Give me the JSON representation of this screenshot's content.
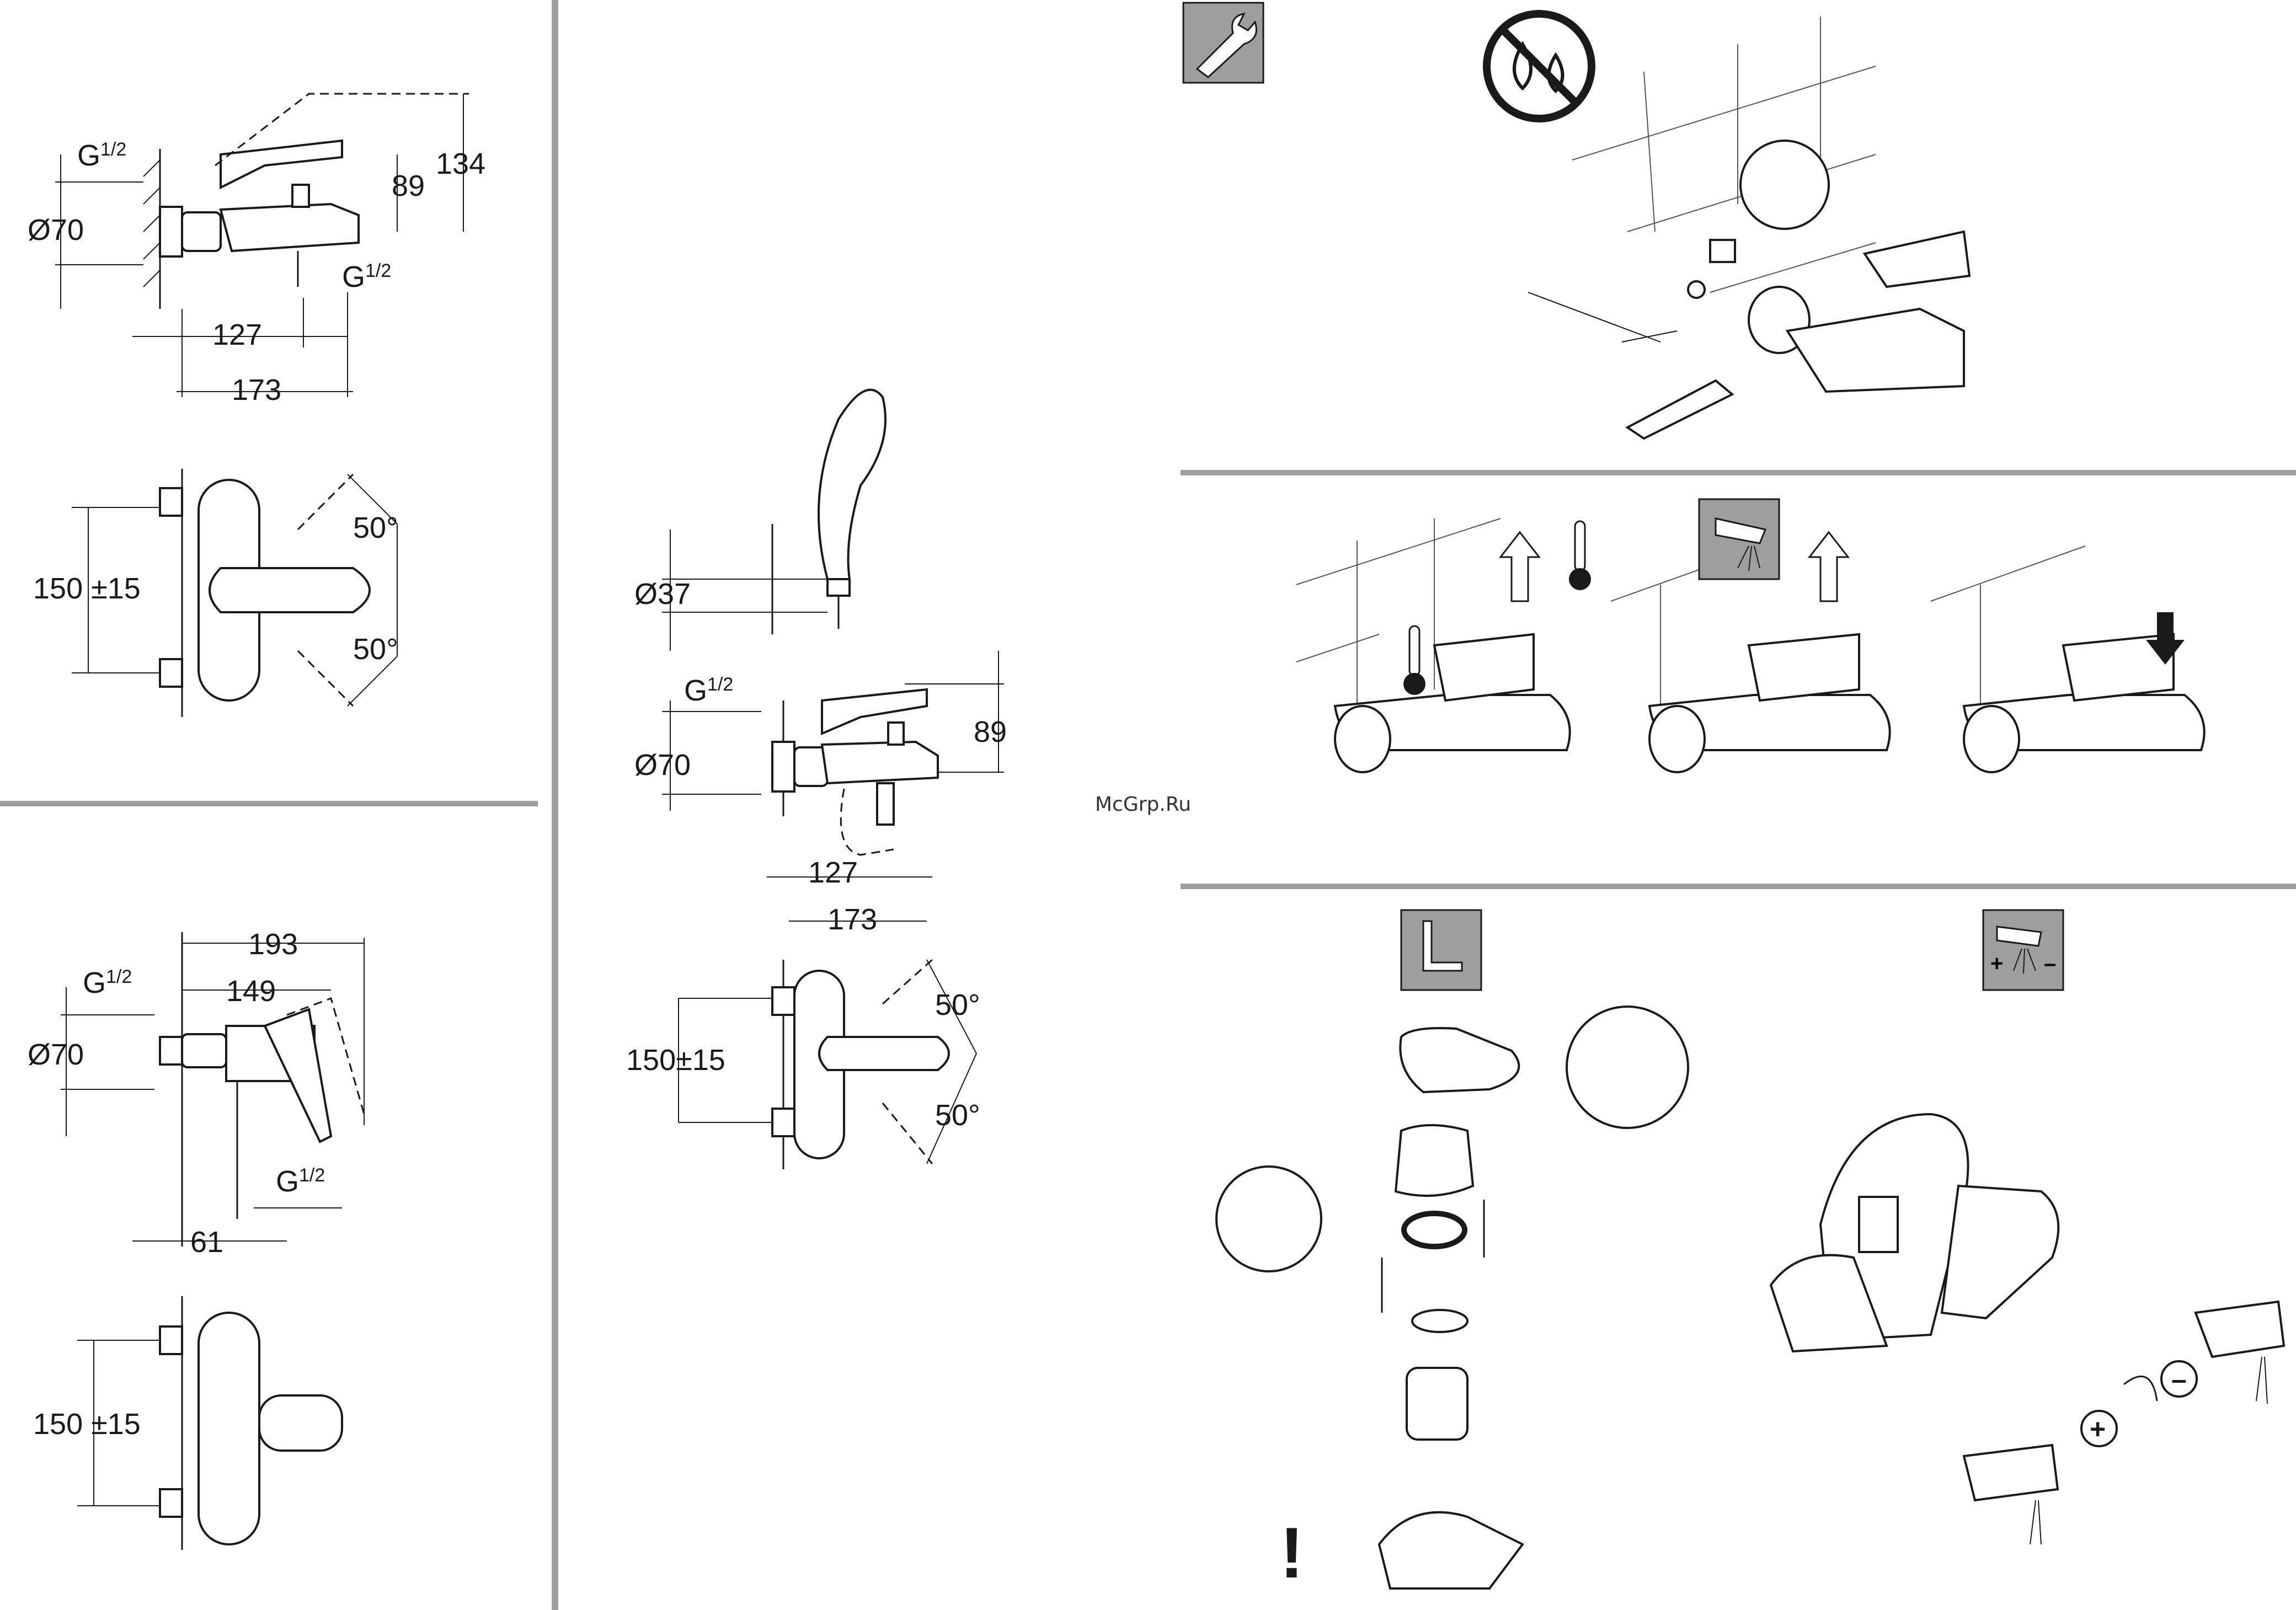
{
  "panel_a": {
    "d_g1": "G",
    "d_g1_frac": "1/2",
    "d_dia": "Ø70",
    "d_89": "89",
    "d_134": "134",
    "d_g2": "G",
    "d_g2_frac": "1/2",
    "d_127": "127",
    "d_173": "173",
    "d_150": "150 ±15",
    "d_50a": "50°",
    "d_50b": "50°"
  },
  "panel_b": {
    "d_193": "193",
    "d_g1": "G",
    "d_g1_frac": "1/2",
    "d_149": "149",
    "d_dia": "Ø70",
    "d_g2": "G",
    "d_g2_frac": "1/2",
    "d_61": "61",
    "d_150": "150 ±15"
  },
  "panel_c": {
    "d_37": "Ø37",
    "d_g1": "G",
    "d_g1_frac": "1/2",
    "d_dia": "Ø70",
    "d_89": "89",
    "d_127": "127",
    "d_173": "173",
    "d_150": "150±15",
    "d_50a": "50°",
    "d_50b": "50°"
  },
  "watermark": "McGrp.Ru",
  "signs": {
    "plus": "+",
    "minus": "–",
    "exclaim": "!"
  },
  "icons": [
    "wrench-icon",
    "no-grease-icon",
    "thermometer-icon",
    "shower-spray-icon",
    "hex-key-icon",
    "temperature-limit-icon"
  ],
  "colors": {
    "rule": "#9e9e9e",
    "line": "#1a1a1a"
  }
}
